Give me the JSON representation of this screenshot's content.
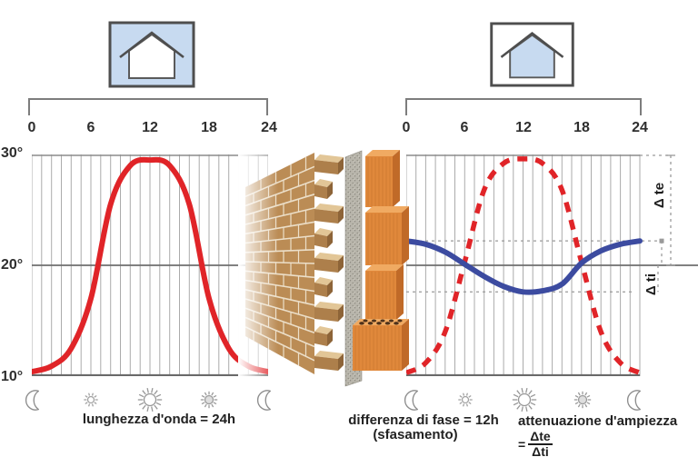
{
  "colors": {
    "external_curve": "#e02428",
    "internal_curve": "#3c4ba0",
    "grid_line": "#ababab",
    "axis_line": "#6a6a6a",
    "annotation_line": "#9a9a9a",
    "text": "#2b2b2b",
    "house_blue": "#c7daf0",
    "house_white": "#ffffff",
    "brick_tan": "#bb8c55",
    "block_orange": "#e0883b",
    "insulation_gray": "#b9b6ac"
  },
  "left_panel": {
    "house_icon": {
      "box_fill": "#c7daf0",
      "house_fill": "#ffffff"
    },
    "axis": {
      "ticks": [
        "0",
        "6",
        "12",
        "18",
        "24"
      ]
    },
    "y_labels": [
      "30°",
      "20°",
      "10°"
    ],
    "day_icons": [
      "moon",
      "sun-small",
      "sun-large",
      "sun-medium",
      "moon"
    ],
    "caption": "lunghezza d'onda = 24h"
  },
  "right_panel": {
    "house_icon": {
      "box_fill": "#ffffff",
      "house_fill": "#c7daf0"
    },
    "axis": {
      "ticks": [
        "0",
        "6",
        "12",
        "18",
        "24"
      ]
    },
    "day_icons": [
      "moon",
      "sun-small",
      "sun-large",
      "sun-medium",
      "moon"
    ],
    "caption_phase_line1": "differenza di fase = 12h",
    "caption_phase_line2": "(sfasamento)",
    "caption_atten": "attenuazione d'ampiezza",
    "formula": {
      "equals": "=",
      "numerator": "Δte",
      "denominator": "Δti"
    },
    "delta_te_label": "Δ te",
    "delta_ti_label": "Δ ti"
  },
  "chart_data": [
    {
      "type": "line",
      "title": "",
      "x": [
        0,
        2,
        4,
        6,
        8,
        10,
        12,
        14,
        16,
        18,
        20,
        22,
        24
      ],
      "xticks": [
        0,
        6,
        12,
        18,
        24
      ],
      "ylim": [
        10,
        30
      ],
      "yticks": [
        "30°",
        "20°",
        "10°"
      ],
      "grid": true,
      "series": [
        {
          "id": "external",
          "style": "solid",
          "color": "#e02428",
          "values": [
            10.4,
            10.9,
            12.5,
            17.0,
            25.5,
            29.0,
            29.5,
            29.0,
            25.5,
            17.0,
            12.5,
            10.9,
            10.4
          ]
        }
      ]
    },
    {
      "type": "line",
      "title": "",
      "x": [
        0,
        2,
        4,
        6,
        8,
        10,
        12,
        14,
        16,
        18,
        20,
        22,
        24
      ],
      "xticks": [
        0,
        6,
        12,
        18,
        24
      ],
      "ylim": [
        10,
        30
      ],
      "grid": true,
      "annotations": [
        "Δ te",
        "Δ ti"
      ],
      "series": [
        {
          "id": "external",
          "style": "dashed",
          "color": "#e02428",
          "values": [
            10.3,
            11.2,
            14.0,
            20.3,
            26.8,
            29.2,
            29.6,
            29.2,
            26.8,
            20.3,
            14.0,
            11.2,
            10.3
          ]
        },
        {
          "id": "internal",
          "style": "solid",
          "color": "#3c4ba0",
          "values": [
            22.2,
            21.9,
            21.2,
            20.1,
            19.0,
            18.1,
            17.6,
            17.7,
            18.3,
            20.2,
            21.3,
            21.9,
            22.2
          ]
        }
      ]
    }
  ]
}
